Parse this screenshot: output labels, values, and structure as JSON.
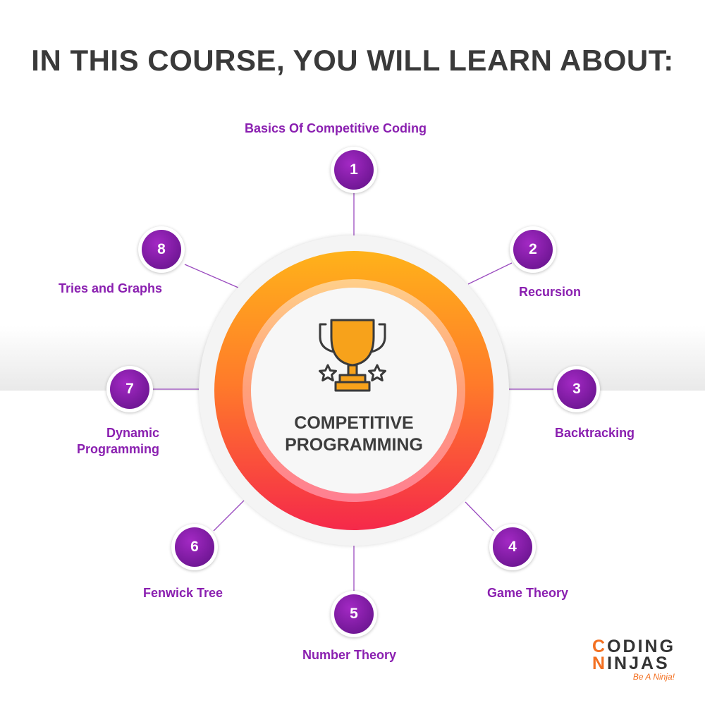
{
  "title": "IN THIS COURSE, YOU WILL LEARN ABOUT:",
  "center": {
    "line1": "COMPETITIVE",
    "line2": "PROGRAMMING",
    "icon": "trophy-icon"
  },
  "topics": [
    {
      "number": "1",
      "label": "Basics Of Competitive Coding"
    },
    {
      "number": "2",
      "label": "Recursion"
    },
    {
      "number": "3",
      "label": "Backtracking"
    },
    {
      "number": "4",
      "label": "Game Theory"
    },
    {
      "number": "5",
      "label": "Number Theory"
    },
    {
      "number": "6",
      "label": "Fenwick Tree"
    },
    {
      "number": "7",
      "label_line1": "Dynamic",
      "label_line2": "Programming"
    },
    {
      "number": "8",
      "label": "Tries and Graphs"
    }
  ],
  "logo": {
    "line1_first": "C",
    "line1_rest": "ODING",
    "line2_first": "N",
    "line2_rest": "INJAS",
    "tagline": "Be A Ninja!"
  },
  "colors": {
    "title": "#3a3a3a",
    "accent_purple": "#7a1a9e",
    "label_purple": "#8a1fb0",
    "ring_top": "#ffb21a",
    "ring_bottom": "#f5294a",
    "logo_orange": "#f37021"
  }
}
